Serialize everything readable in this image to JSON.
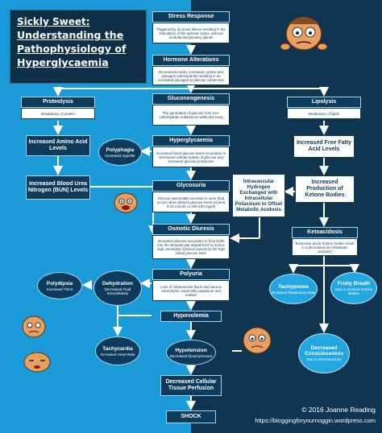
{
  "title": {
    "line1": "Sickly Sweet:",
    "line2": "Understanding the",
    "line3": "Pathophysiology of",
    "line4": "Hyperglycaemia"
  },
  "center": {
    "stress_response": {
      "label": "Stress Response",
      "desc": "Triggered by an acute illness resulting in the stimulation of the adrenal cortex, adrenal medulla and pituitary glands"
    },
    "hormone_alterations": {
      "label": "Hormone Alterations",
      "desc": "Decreased insulin, increased cortisol and glucagon subsequently resulting in an increased glucagon to glucose conversion"
    },
    "gluconeogenesis": {
      "label": "Gluconeogenesis",
      "desc": "The generation of glucose from non-carbohydrate substances within the body"
    },
    "hyperglycaemia": {
      "label": "Hyperglycaemia",
      "desc": "Increased blood glucose levels secondary to decreased cellular uptake of glucose and increased glucose production"
    },
    "glycosuria": {
      "label": "Glycosuria",
      "desc": "Glucose abnormally excreted in urine (that occurs when plasma glucose levels exceed 9-10 mmol/L or 160-180 mg/dl)"
    },
    "osmotic_diuresis": {
      "label": "Osmotic Diuresis",
      "desc": "Increased diuresis secondary to fluid shifts into the intravascular department to reduce high osmolality of blood caused by the high blood glucose level"
    },
    "polyuria": {
      "label": "Polyuria",
      "desc": "Loss of intravascular fluids and various electrolytes, especially potassium and sodium"
    },
    "hypovolemia": {
      "label": "Hypovolemia"
    },
    "hypotension": {
      "label": "Hypotension",
      "sub": "Decreased blood pressure"
    },
    "decreased_perfusion": {
      "label": "Decreased Cellular Tissue Perfusion"
    },
    "shock": {
      "label": "SHOCK"
    }
  },
  "left": {
    "proteolysis": {
      "label": "Proteolysis",
      "desc": "Breakdown of protein"
    },
    "amino_acid": {
      "label": "Increased Amino Acid Levels"
    },
    "bun": {
      "label": "Increased Blood Urea Nitrogen (BUN) Levels"
    },
    "polyphagia": {
      "label": "Polyphagia",
      "sub": "Increased Appetite"
    },
    "polydipsia": {
      "label": "Polydipsia",
      "sub": "Increased Thirst"
    },
    "dehydration": {
      "label": "Dehydration",
      "sub": "Decreased Fluid Intracellularly"
    },
    "tachycardia": {
      "label": "Tachycardia",
      "sub": "Increased Heart Rate"
    }
  },
  "right": {
    "lipolysis": {
      "label": "Lipolysis",
      "desc": "Breakdown of lipids"
    },
    "free_fatty_acid": {
      "label": "Increased Free Fatty Acid Levels"
    },
    "ketone_bodies": {
      "label": "Increased Production of Ketone Bodies"
    },
    "intravascular": {
      "label": "Intravascular Hydrogen Exchanged with Intracellular Potassium to Offset Metabolic Acidosis"
    },
    "ketoacidosis": {
      "label": "Ketoacidosis",
      "desc": "Excessive acidic ketone bodies result in a decreased pH (metabolic acidosis)"
    },
    "tachypnoea": {
      "label": "Tachypnoea",
      "sub": "Increased Respiratory Rate"
    },
    "fruity_breath": {
      "label": "Fruity Breath",
      "sub": "Due to Acetone Ketone Bodies"
    },
    "consciousness": {
      "label": "Decreased Consciousness",
      "sub": "Due to Decreased pH"
    }
  },
  "footer": {
    "copyright": "© 2016 Joanne Reading",
    "url": "https://bloggingforyournoggin.wordpress.com"
  }
}
